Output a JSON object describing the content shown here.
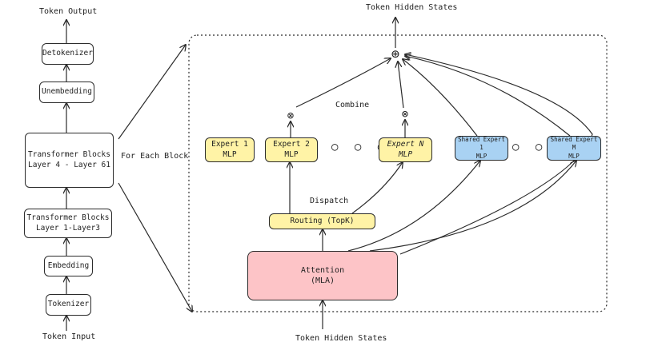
{
  "left_stack": {
    "token_output": "Token Output",
    "detokenizer": "Detokenizer",
    "unembedding": "Unembedding",
    "transformer_upper": "Transformer Blocks\nLayer 4 - Layer 61",
    "transformer_lower": "Transformer Blocks\nLayer 1-Layer3",
    "embedding": "Embedding",
    "tokenizer": "Tokenizer",
    "token_input": "Token Input"
  },
  "for_each_block": "For Each Block",
  "block": {
    "output_label": "Token Hidden States",
    "input_label": "Token Hidden States",
    "combine_label": "Combine",
    "dispatch_label": "Dispatch",
    "routing": "Routing (TopK)",
    "attention": "Attention\n(MLA)",
    "experts": [
      "Expert 1\nMLP",
      "Expert 2\nMLP",
      "Expert N\nMLP"
    ],
    "shared_experts": [
      "Shared Expert 1\nMLP",
      "Shared Expert M\nMLP"
    ],
    "ellipsis": "○ ○ ○",
    "plus_symbol": "⊕",
    "times_symbol": "⊗"
  },
  "colors": {
    "expert_fill": "#fff3a6",
    "shared_expert_fill": "#a9d2f3",
    "attention_fill": "#fdc4c7",
    "stroke": "#2b2b2b"
  }
}
